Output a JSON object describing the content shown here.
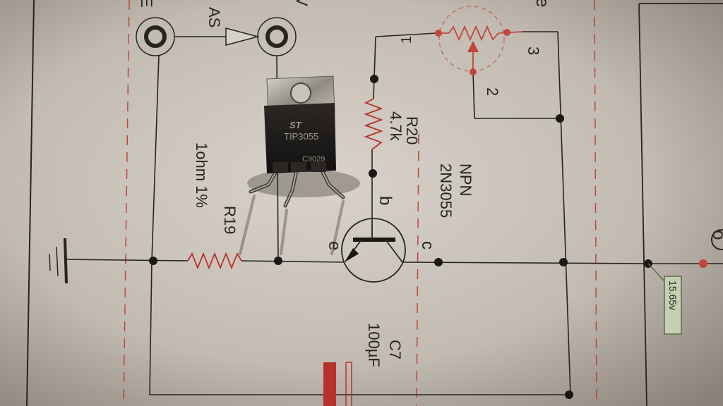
{
  "colors": {
    "paper_light": "#d6d0c8",
    "paper_dark": "#7d756d",
    "ink": "#2a2420",
    "red": "#b8322c",
    "pot_red": "#c0473e",
    "transistor_body": "#1c1a18",
    "tab_metal": "#b9b4ae",
    "voltage_box": "#5c6b4a"
  },
  "labels": {
    "top_left_letter": "E",
    "top_mid_letters": "AS",
    "top_right_mark": "V",
    "top_corner_letter": "e",
    "right_edge_letter": "o",
    "pot_pin1": "1",
    "pot_pin2": "2",
    "pot_pin3": "3",
    "r20_name": "R20",
    "r20_value": "4.7k",
    "r19_name": "R19",
    "r19_value": "1ohm 1%",
    "npn_type": "NPN",
    "npn_part": "2N3055",
    "pin_b": "b",
    "pin_e": "e",
    "pin_c": "c",
    "c7_name": "C7",
    "c7_value": "100µF",
    "voltage": "15.65v",
    "chip_brand": "ST",
    "chip_part": "TIP3055",
    "chip_code": "C9029"
  }
}
